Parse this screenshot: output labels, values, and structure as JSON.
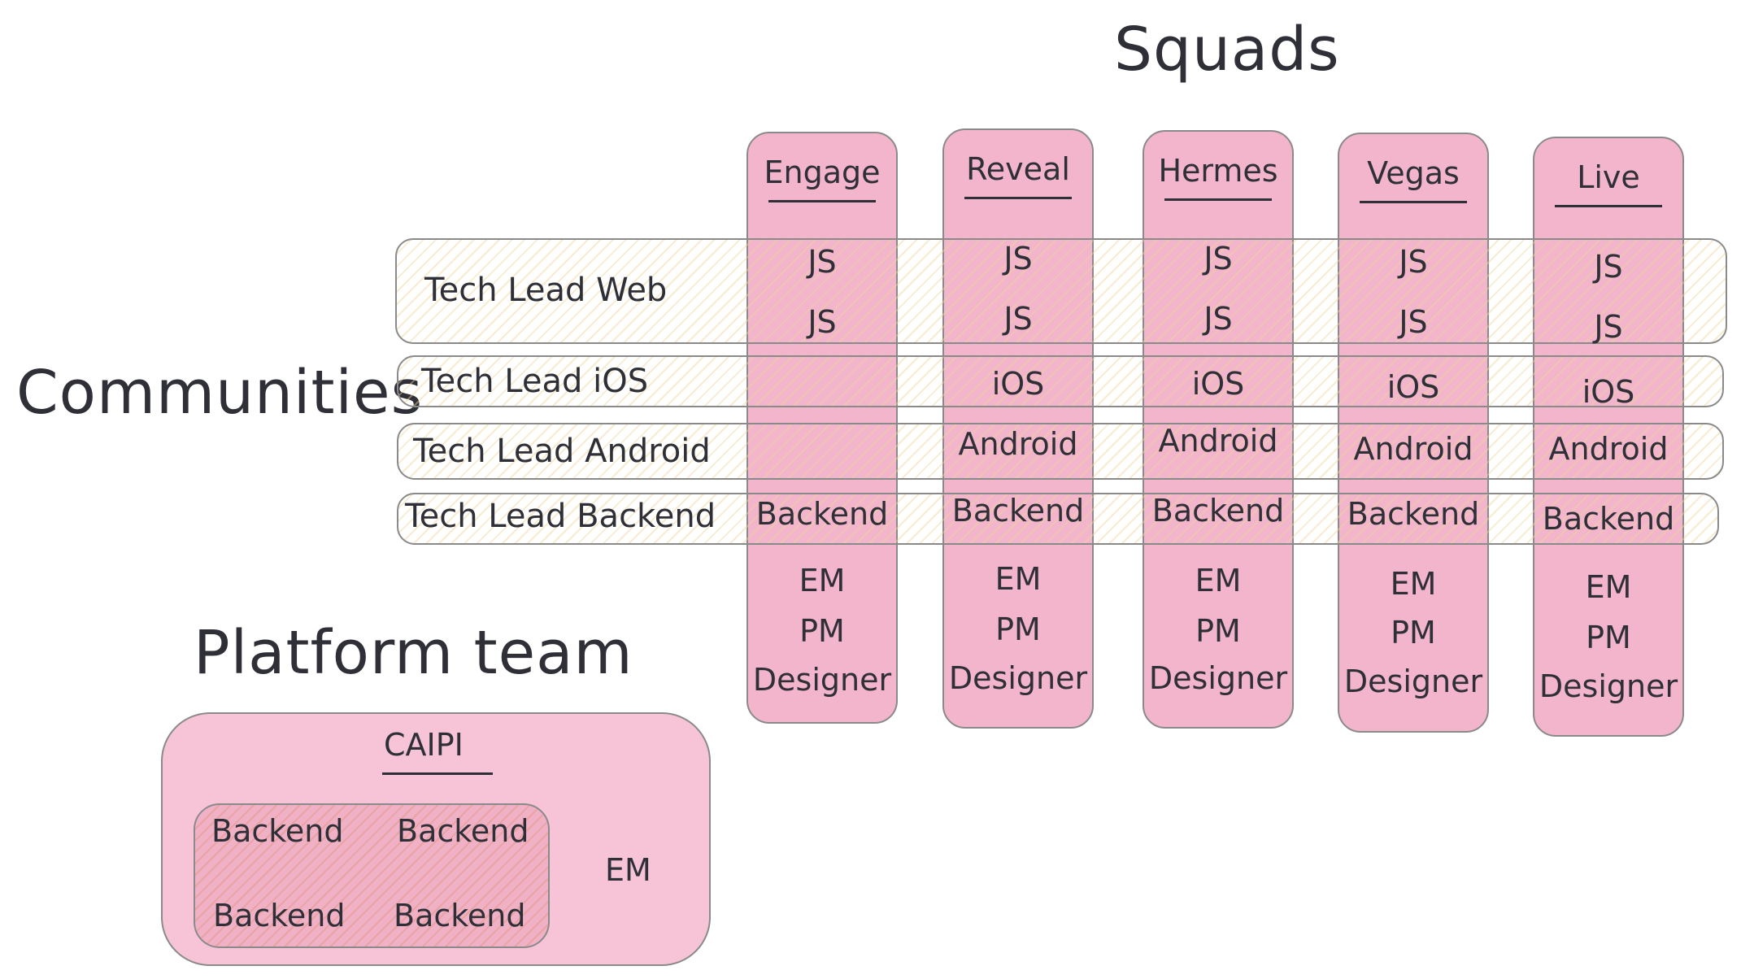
{
  "title": "Squads",
  "communities_label": "Communities",
  "platform_label": "Platform team",
  "squads": [
    "Engage",
    "Reveal",
    "Hermes",
    "Vegas",
    "Live"
  ],
  "communities": [
    "Tech Lead Web",
    "Tech Lead iOS",
    "Tech Lead Android",
    "Tech Lead Backend"
  ],
  "cells": {
    "js1": [
      "JS",
      "JS",
      "JS",
      "JS",
      "JS"
    ],
    "js2": [
      "JS",
      "JS",
      "JS",
      "JS",
      "JS"
    ],
    "ios": [
      "",
      "iOS",
      "iOS",
      "iOS",
      "iOS"
    ],
    "android": [
      "",
      "Android",
      "Android",
      "Android",
      "Android"
    ],
    "backend": [
      "Backend",
      "Backend",
      "Backend",
      "Backend",
      "Backend"
    ],
    "em": [
      "EM",
      "EM",
      "EM",
      "EM",
      "EM"
    ],
    "pm": [
      "PM",
      "PM",
      "PM",
      "PM",
      "PM"
    ],
    "designer": [
      "Designer",
      "Designer",
      "Designer",
      "Designer",
      "Designer"
    ]
  },
  "caipi": {
    "title": "CAIPI",
    "members": [
      "Backend",
      "Backend",
      "Backend",
      "Backend"
    ],
    "em": "EM"
  },
  "colors": {
    "squad_fill": "#f3b5cb",
    "band_hatch": "#ecd696",
    "caipi_fill": "#f6c4d6",
    "ink": "#2f2f37"
  }
}
